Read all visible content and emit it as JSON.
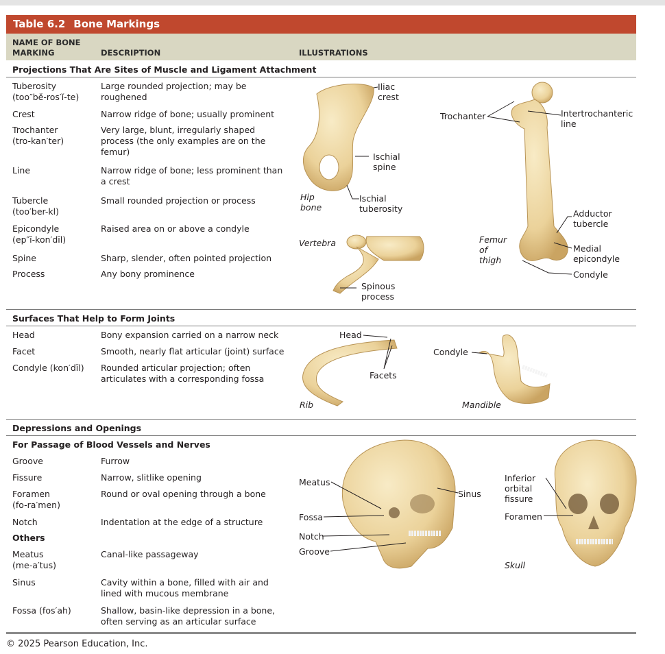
{
  "title": {
    "number": "Table 6.2",
    "text": "Bone Markings"
  },
  "columns": {
    "name": [
      "NAME OF BONE",
      "MARKING"
    ],
    "description": "DESCRIPTION",
    "illustrations": "ILLUSTRATIONS"
  },
  "sections": {
    "projections": {
      "title": "Projections That Are Sites of Muscle and Ligament Attachment",
      "rows": [
        {
          "term": [
            "Tuberosity",
            "(too″bĕ-ros′ĭ-te)"
          ],
          "desc": [
            "Large rounded projection; may be",
            "roughened"
          ]
        },
        {
          "term": [
            "Crest"
          ],
          "desc": [
            "Narrow ridge of bone; usually prominent"
          ]
        },
        {
          "term": [
            "Trochanter",
            "(tro-kan′ter)"
          ],
          "desc": [
            "Very large, blunt, irregularly shaped",
            "process (the only examples are on the",
            "femur)"
          ]
        },
        {
          "term": [
            "Line"
          ],
          "desc": [
            "Narrow ridge of bone; less prominent than",
            "a crest"
          ]
        },
        {
          "term": [
            "Tubercle",
            "(too′ber-kl)"
          ],
          "desc": [
            "Small rounded projection or process"
          ]
        },
        {
          "term": [
            "Epicondyle",
            "(ep″ĭ-kon′dīl)"
          ],
          "desc": [
            "Raised area on or above a condyle"
          ]
        },
        {
          "term": [
            "Spine"
          ],
          "desc": [
            "Sharp, slender, often pointed projection"
          ]
        },
        {
          "term": [
            "Process"
          ],
          "desc": [
            "Any bony prominence"
          ]
        }
      ]
    },
    "joints": {
      "title": "Surfaces That Help to Form Joints",
      "rows": [
        {
          "term": [
            "Head"
          ],
          "desc": [
            "Bony expansion carried on a narrow neck"
          ]
        },
        {
          "term": [
            "Facet"
          ],
          "desc": [
            "Smooth, nearly flat articular (joint) surface"
          ]
        },
        {
          "term": [
            "Condyle (kon′dīl)"
          ],
          "desc": [
            "Rounded articular projection; often",
            "articulates with a corresponding fossa"
          ]
        }
      ]
    },
    "depressions": {
      "title": "Depressions and Openings",
      "subtitle_vessels": "For Passage of Blood Vessels and Nerves",
      "rows_vessels": [
        {
          "term": [
            "Groove"
          ],
          "desc": [
            "Furrow"
          ]
        },
        {
          "term": [
            "Fissure"
          ],
          "desc": [
            "Narrow, slitlike opening"
          ]
        },
        {
          "term": [
            "Foramen",
            "(fo-ra′men)"
          ],
          "desc": [
            "Round or oval opening through a bone"
          ]
        },
        {
          "term": [
            "Notch"
          ],
          "desc": [
            "Indentation at the edge of a structure"
          ]
        }
      ],
      "subtitle_others": "Others",
      "rows_others": [
        {
          "term": [
            "Meatus",
            "(me-a′tus)"
          ],
          "desc": [
            "Canal-like passageway"
          ]
        },
        {
          "term": [
            "Sinus"
          ],
          "desc": [
            "Cavity within a bone, filled with air and",
            "lined with mucous membrane"
          ]
        },
        {
          "term": [
            "Fossa (fos′ah)"
          ],
          "desc": [
            "Shallow, basin-like depression in a bone,",
            "often serving as an articular surface"
          ]
        }
      ]
    }
  },
  "labels": {
    "iliac_crest": [
      "Iliac",
      "crest"
    ],
    "ischial_spine": [
      "Ischial",
      "spine"
    ],
    "ischial_tuberosity": [
      "Ischial",
      "tuberosity"
    ],
    "hip_bone": [
      "Hip",
      "bone"
    ],
    "vertebra": "Vertebra",
    "spinous_process": [
      "Spinous",
      "process"
    ],
    "trochanter": "Trochanter",
    "intertrochanteric_line": [
      "Intertrochanteric",
      "line"
    ],
    "adductor_tubercle": [
      "Adductor",
      "tubercle"
    ],
    "femur_of_thigh": [
      "Femur",
      "of",
      "thigh"
    ],
    "medial_epicondyle": [
      "Medial",
      "epicondyle"
    ],
    "condyle": "Condyle",
    "head": "Head",
    "facets": "Facets",
    "rib": "Rib",
    "condyle_mandible": "Condyle",
    "mandible": "Mandible",
    "meatus": "Meatus",
    "sinus": "Sinus",
    "fossa": "Fossa",
    "notch": "Notch",
    "groove": "Groove",
    "inferior_orbital_fissure": [
      "Inferior",
      "orbital",
      "fissure"
    ],
    "foramen": "Foramen",
    "skull": "Skull"
  },
  "footer": "© 2025 Pearson Education, Inc.",
  "colors": {
    "title_bar": "#c0482e",
    "header_bg": "#d9d7c2",
    "bone": "#efd9a3",
    "bone_shade": "#d4b574"
  }
}
